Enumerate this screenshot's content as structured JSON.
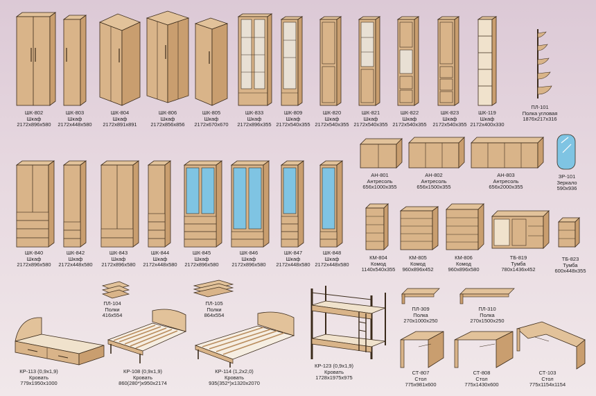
{
  "colors": {
    "wood": "#d9b489",
    "wood_dark": "#b98d5e",
    "wood_side": "#c99e6f",
    "outline": "#3a2a1a",
    "glass": "#7fc4e3",
    "background": "#e4d3dc"
  },
  "catalog": {
    "row1": [
      {
        "code": "ШК-802",
        "name": "Шкаф",
        "size": "2172х896х580"
      },
      {
        "code": "ШК-803",
        "name": "Шкаф",
        "size": "2172х448х580"
      },
      {
        "code": "ШК-804",
        "name": "Шкаф",
        "size": "2172х891х891"
      },
      {
        "code": "ШК-806",
        "name": "Шкаф",
        "size": "2172х856х856"
      },
      {
        "code": "ШК-805",
        "name": "Шкаф",
        "size": "2172х670х670"
      },
      {
        "code": "ШК-833",
        "name": "Шкаф",
        "size": "2172х896х355"
      },
      {
        "code": "ШК-809",
        "name": "Шкаф",
        "size": "2172х540х355"
      },
      {
        "code": "ШК-820",
        "name": "Шкаф",
        "size": "2172х540х355"
      },
      {
        "code": "ШК-821",
        "name": "Шкаф",
        "size": "2172х540х355"
      },
      {
        "code": "ШК-822",
        "name": "Шкаф",
        "size": "2172х540х355"
      },
      {
        "code": "ШК-823",
        "name": "Шкаф",
        "size": "2172х540х355"
      },
      {
        "code": "ШК-119",
        "name": "Шкаф",
        "size": "2172х400х330"
      },
      {
        "code": "ПЛ-101",
        "name": "Полка угловая",
        "size": "1876х217х316"
      }
    ],
    "row2": [
      {
        "code": "ШК-840",
        "name": "Шкаф",
        "size": "2172х896х580"
      },
      {
        "code": "ШК-842",
        "name": "Шкаф",
        "size": "2172х448х580"
      },
      {
        "code": "ШК-843",
        "name": "Шкаф",
        "size": "2172х896х580"
      },
      {
        "code": "ШК-844",
        "name": "Шкаф",
        "size": "2172х448х580"
      },
      {
        "code": "ШК-845",
        "name": "Шкаф",
        "size": "2172х896х580"
      },
      {
        "code": "ШК-846",
        "name": "Шкаф",
        "size": "2172х896х580"
      },
      {
        "code": "ШК-847",
        "name": "Шкаф",
        "size": "2172х448х580"
      },
      {
        "code": "ШК-848",
        "name": "Шкаф",
        "size": "2172х448х580"
      }
    ],
    "mezzanines": [
      {
        "code": "АН-801",
        "name": "Антресоль",
        "size": "656х1000х355"
      },
      {
        "code": "АН-802",
        "name": "Антресоль",
        "size": "656х1500х355"
      },
      {
        "code": "АН-803",
        "name": "Антресоль",
        "size": "656х2000х355"
      },
      {
        "code": "ЗР-101",
        "name": "Зеркало",
        "size": "590х936"
      }
    ],
    "dressers": [
      {
        "code": "КМ-804",
        "name": "Комод",
        "size": "1140х540х355"
      },
      {
        "code": "КМ-805",
        "name": "Комод",
        "size": "960х896х452"
      },
      {
        "code": "КМ-806",
        "name": "Комод",
        "size": "960х896х580"
      },
      {
        "code": "ТБ-819",
        "name": "Тумба",
        "size": "780х1436х452"
      },
      {
        "code": "ТБ-823",
        "name": "Тумба",
        "size": "600х448х355"
      }
    ],
    "shelves": [
      {
        "code": "ПЛ-104",
        "name": "Полки",
        "size": "416х554"
      },
      {
        "code": "ПЛ-105",
        "name": "Полки",
        "size": "864х554"
      },
      {
        "code": "ПЛ-309",
        "name": "Полка",
        "size": "270х1000х250"
      },
      {
        "code": "ПЛ-310",
        "name": "Полка",
        "size": "270х1500х250"
      }
    ],
    "beds": [
      {
        "code": "КР-113 (0,9х1,9)",
        "name": "Кровать",
        "size": "779х1950х1000"
      },
      {
        "code": "КР-108 (0,9х1,9)",
        "name": "Кровать",
        "size": "860(280*)х950х2174"
      },
      {
        "code": "КР-114 (1,2х2,0)",
        "name": "Кровать",
        "size": "935(352*)х1320х2070"
      },
      {
        "code": "КР-123 (0,9х1,9)",
        "name": "Кровать",
        "size": "1728х1975х975"
      }
    ],
    "tables": [
      {
        "code": "СТ-807",
        "name": "Стол",
        "size": "775х981х600"
      },
      {
        "code": "СТ-808",
        "name": "Стол",
        "size": "775х1430х600"
      },
      {
        "code": "СТ-103",
        "name": "Стол",
        "size": "775х1154х1154"
      }
    ]
  }
}
